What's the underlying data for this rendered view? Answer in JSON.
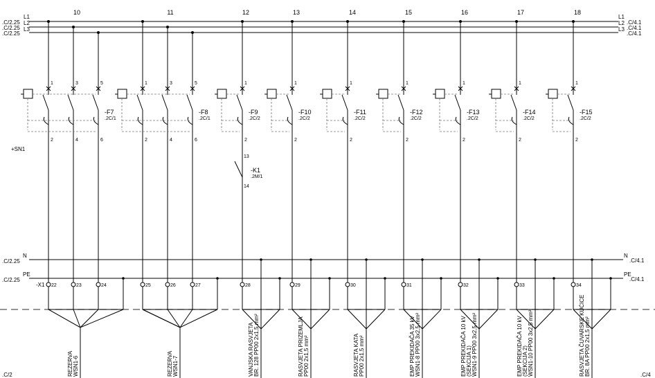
{
  "sheet": {
    "column_numbers": [
      "10",
      "11",
      "12",
      "13",
      "14",
      "15",
      "16",
      "17",
      "18"
    ],
    "left_phase_labels": [
      "L1",
      "L2",
      "L3"
    ],
    "right_phase_labels": [
      "L1",
      "L2",
      "L3"
    ],
    "left_phase_refs": [
      ".C/2.25",
      ".C/2.25",
      ".C/2.25"
    ],
    "right_phase_refs": [
      ".C/4.1",
      ".C/4.1",
      ".C/4.1"
    ],
    "neutral_label_left": "N",
    "neutral_label_right": "N",
    "neutral_ref_left": ".C/2.25",
    "neutral_ref_right": ".C/4.1",
    "pe_label_left": "PE",
    "pe_label_right": "PE",
    "pe_ref_left": ".C/2.25",
    "pe_ref_right": ".C/4.1",
    "bottom_ref_left": ".C/2",
    "bottom_ref_right": ".C/4",
    "panel_label": "+SN1",
    "terminal_strip_label": "-X1"
  },
  "breakers": [
    {
      "name": "-F7",
      "ref": ".2C/1",
      "pins_top": [
        "1",
        "3",
        "5"
      ],
      "pins_bottom": [
        "2",
        "4",
        "6"
      ]
    },
    {
      "name": "-F8",
      "ref": ".2C/1",
      "pins_top": [
        "1",
        "3",
        "5"
      ],
      "pins_bottom": [
        "2",
        "4",
        "6"
      ]
    },
    {
      "name": "-F9",
      "ref": ".2C/2",
      "pins_top": [
        "1"
      ],
      "pins_bottom": [
        "2"
      ]
    },
    {
      "name": "-F10",
      "ref": ".2C/2",
      "pins_top": [
        "1"
      ],
      "pins_bottom": [
        "2"
      ]
    },
    {
      "name": "-F11",
      "ref": ".2C/2",
      "pins_top": [
        "1"
      ],
      "pins_bottom": [
        "2"
      ]
    },
    {
      "name": "-F12",
      "ref": ".2C/2",
      "pins_top": [
        "1"
      ],
      "pins_bottom": [
        "2"
      ]
    },
    {
      "name": "-F13",
      "ref": ".2C/2",
      "pins_top": [
        "1"
      ],
      "pins_bottom": [
        "2"
      ]
    },
    {
      "name": "-F14",
      "ref": ".2C/2",
      "pins_top": [
        "1"
      ],
      "pins_bottom": [
        "2"
      ]
    },
    {
      "name": "-F15",
      "ref": ".2C/2",
      "pins_top": [
        "1"
      ],
      "pins_bottom": [
        "2"
      ]
    }
  ],
  "contactor": {
    "name": "-K1",
    "ref": ".2M/1",
    "pin_top": "13",
    "pin_bottom": "14"
  },
  "terminals": [
    "22",
    "23",
    "24",
    "25",
    "26",
    "27",
    "28",
    "29",
    "30",
    "31",
    "32",
    "33",
    "34"
  ],
  "cables": [
    {
      "lines": [
        "REZERVA",
        "WSN1-6"
      ]
    },
    {
      "lines": [
        "REZERVA",
        "WSN1-7"
      ]
    },
    {
      "lines": [
        "VANJSKA RASVJETA",
        "BR. 128  PP00 2x1,5 mm²"
      ]
    },
    {
      "lines": [
        "RASVJETA PRIZEMLJA",
        "PP00 2x1,5 mm²"
      ]
    },
    {
      "lines": [
        "RASVJETA KATA",
        "PP00 2x1,5 mm²"
      ]
    },
    {
      "lines": [
        "EMP PREKIDAČA 35 kV",
        "WSN1-8    PP00 3x2,5 mm²"
      ]
    },
    {
      "lines": [
        "EMP PREKIDAČA 10 kV",
        "(SEKCIJA 1)",
        "WSN1-9    PP00 3x2,5 mm²"
      ]
    },
    {
      "lines": [
        "EMP PREKIDAČA 10 kV",
        "(SEKCIJA 2)",
        "WSN1-10    PP00 3x2,5 mm²"
      ]
    },
    {
      "lines": [
        "RASVJETA ČUVARSKE KUĆICE",
        "BR. 8A    PP00 2x1,5 mm²"
      ]
    }
  ]
}
